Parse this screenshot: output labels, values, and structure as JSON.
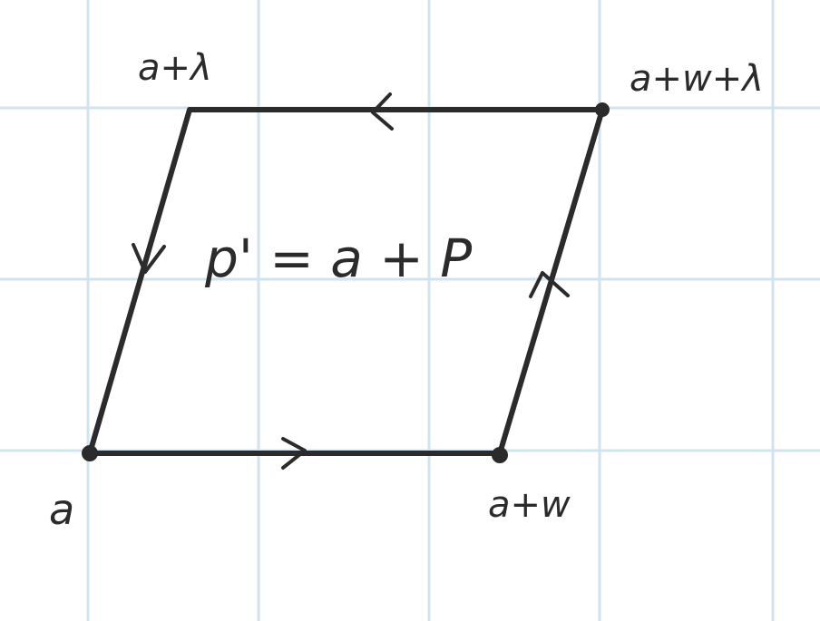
{
  "diagram": {
    "colors": {
      "grid": "#cfe3f1",
      "ink": "#2b2b2b",
      "background": "#ffffff"
    },
    "vertices": {
      "bottom_left": "a",
      "bottom_right": "a+w",
      "top_right": "a+w+λ",
      "top_left": "a+λ"
    },
    "edge_arrows": {
      "bottom": "right-arrow-icon",
      "right": "up-arrow-icon",
      "top": "left-arrow-icon",
      "left": "down-arrow-icon"
    },
    "formula": "p' = a + P"
  }
}
